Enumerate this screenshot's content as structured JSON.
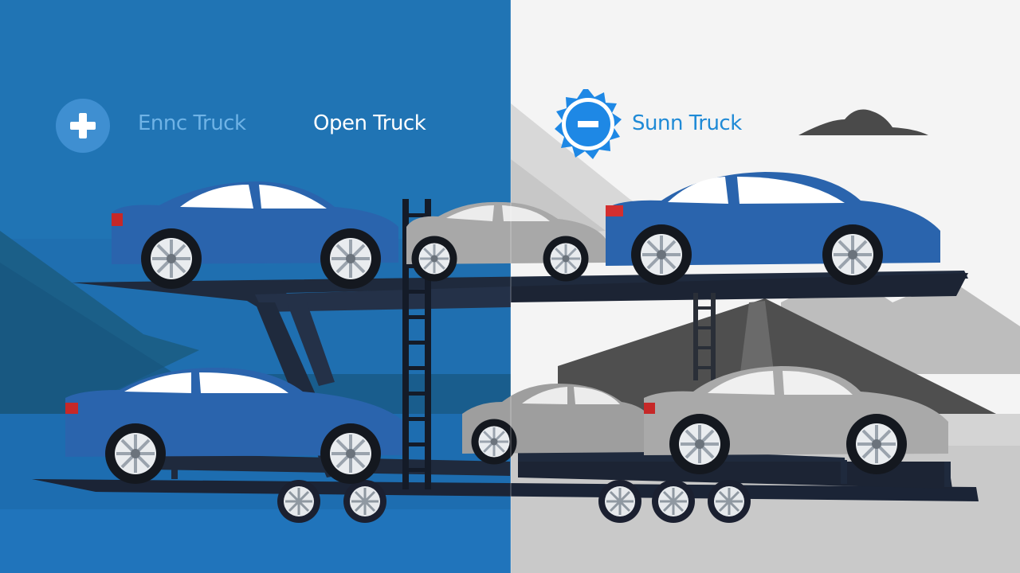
{
  "scene": {
    "left_panel": {
      "badge_icon": "plus-icon",
      "label_1": "Ennc Truck",
      "label_2": "Open Truck",
      "background": "#1f6fb0",
      "label_1_color": "#6fb3e6",
      "label_2_color": "#ffffff"
    },
    "right_panel": {
      "badge_icon": "sun-minus-icon",
      "label": "Sunn Truck",
      "background": "#f2f2f2",
      "label_color": "#1f8ad6"
    },
    "colors": {
      "car_blue": "#2a64ad",
      "car_gray": "#a9a9a9",
      "trailer": "#1f2a3d",
      "mountain_dark": "#4a4a4a"
    },
    "icons": [
      "plus-icon",
      "sun-minus-icon",
      "cloud-icon",
      "ladder-icon",
      "car-icon",
      "wheel-icon",
      "mountain-icon"
    ]
  }
}
